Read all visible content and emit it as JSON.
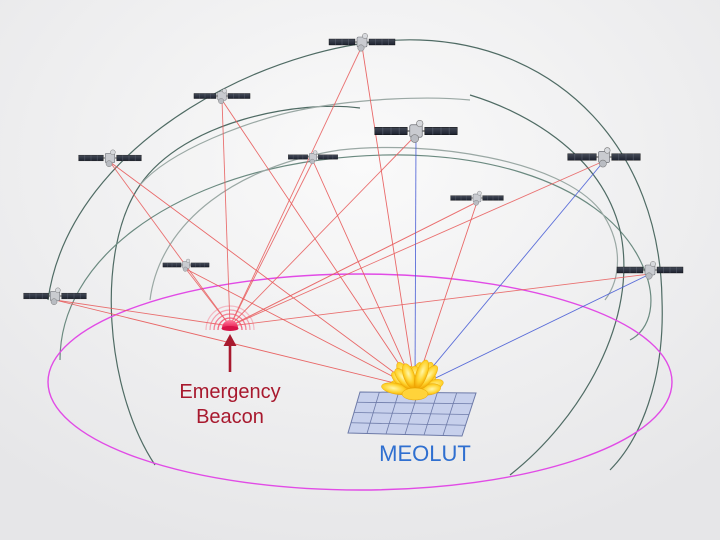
{
  "labels": {
    "beacon_line1": "Emergency",
    "beacon_line2": "Beacon",
    "station": "MEOLUT"
  },
  "colors": {
    "background": "#f3f3f4",
    "orbit_lines": "#4f6b64",
    "horizon_ring": "#e14be6",
    "beacon_links": "#e85a5a",
    "station_links_red": "#e85a5a",
    "station_links_blue": "#4a5fd6",
    "beacon": "#f0346a",
    "arrow": "#a8192e",
    "beacon_label": "#a8192e",
    "station_label": "#2f6fd0",
    "antenna_petals": "#ffc21a",
    "grid_tile": "#b8c4e6"
  },
  "icons": {
    "satellite": "satellite-icon",
    "beacon": "beacon-icon",
    "station": "meolut-antenna-icon"
  }
}
